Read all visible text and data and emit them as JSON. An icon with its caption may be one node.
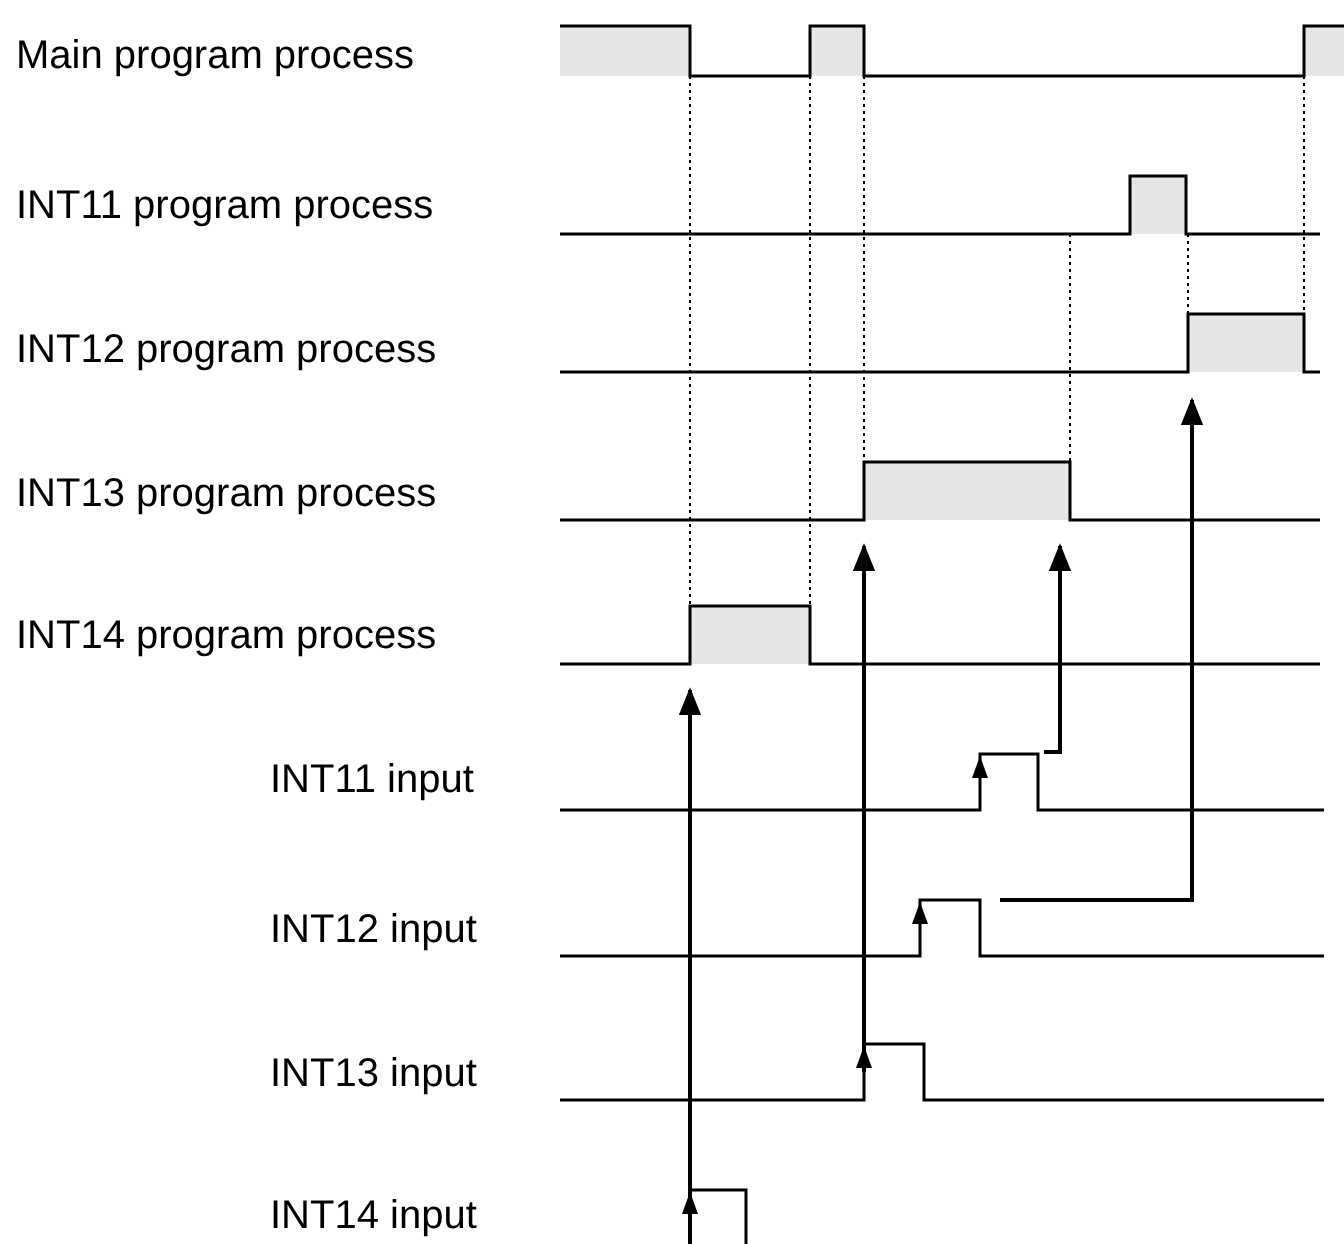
{
  "diagram": {
    "labels": [
      "Main program process",
      "INT11 program process",
      "INT12 program process",
      "INT13 program process",
      "INT14 program process",
      "INT11 input",
      "INT12 input",
      "INT13 input",
      "INT14 input"
    ]
  }
}
